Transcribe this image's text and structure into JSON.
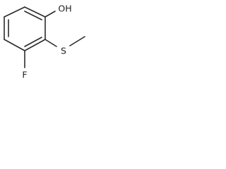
{
  "structure": {
    "atoms": {
      "hydroxyl": "OH",
      "sulfur": "S",
      "fluorine": "F"
    }
  },
  "colors": {
    "bond": "#2b2b2b",
    "label": "#1e1e1e",
    "background": "#ffffff"
  }
}
